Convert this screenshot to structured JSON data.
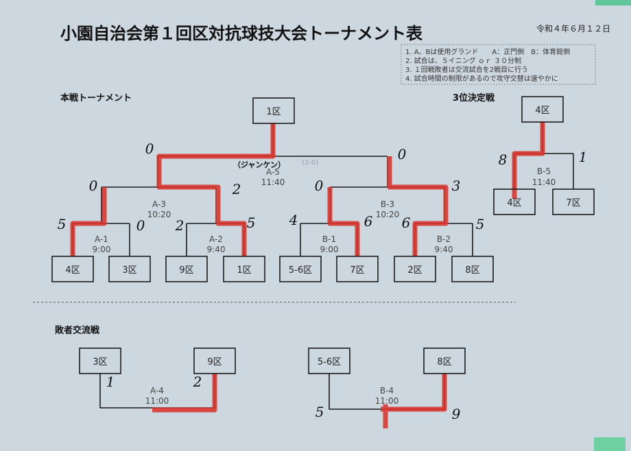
{
  "title": "小園自治会第１回区対抗球技大会トーナメント表",
  "date": "令和４年６月１２日",
  "notes": [
    "1. A、Bは使用グランド　　A：正門側　B：体育館側",
    "2. 試合は、５イニング ｏｒ ３０分制",
    "3. １回戦敗者は交流試合を2戦目に行う",
    "4. 試合時間の制限があるので攻守交替は速やかに"
  ],
  "sections": {
    "main": "本戦トーナメント",
    "third": "3位決定戦",
    "losers": "敗者交流戦"
  },
  "teams": {
    "top": "1区",
    "third_top": "4区",
    "r1": [
      "4区",
      "3区",
      "9区",
      "1区",
      "5-6区",
      "7区",
      "2区",
      "8区"
    ],
    "third": [
      "4区",
      "7区"
    ],
    "losers": [
      "3区",
      "9区",
      "5-6区",
      "8区"
    ]
  },
  "matches": {
    "a5": {
      "id": "A-5",
      "time": "11:40",
      "note": "（ジャンケン）",
      "sub": "(2-0)"
    },
    "a3": {
      "id": "A-3",
      "time": "10:20"
    },
    "a1": {
      "id": "A-1",
      "time": "9:00"
    },
    "a2": {
      "id": "A-2",
      "time": "9:40"
    },
    "b3": {
      "id": "B-3",
      "time": "10:20"
    },
    "b1": {
      "id": "B-1",
      "time": "9:00"
    },
    "b2": {
      "id": "B-2",
      "time": "9:40"
    },
    "b5": {
      "id": "B-5",
      "time": "11:40"
    },
    "a4": {
      "id": "A-4",
      "time": "11:00"
    },
    "b4": {
      "id": "B-4",
      "time": "11:00"
    }
  },
  "scores": {
    "final": [
      "0",
      "0"
    ],
    "a3": [
      "0",
      "2"
    ],
    "b3": [
      "0",
      "3"
    ],
    "a1": [
      "5",
      "0"
    ],
    "a2": [
      "2",
      "5"
    ],
    "b1": [
      "4",
      "6"
    ],
    "b2": [
      "6",
      "5"
    ],
    "b5": [
      "8",
      "1"
    ],
    "a4": [
      "1",
      "2"
    ],
    "b4": [
      "5",
      "9"
    ]
  }
}
